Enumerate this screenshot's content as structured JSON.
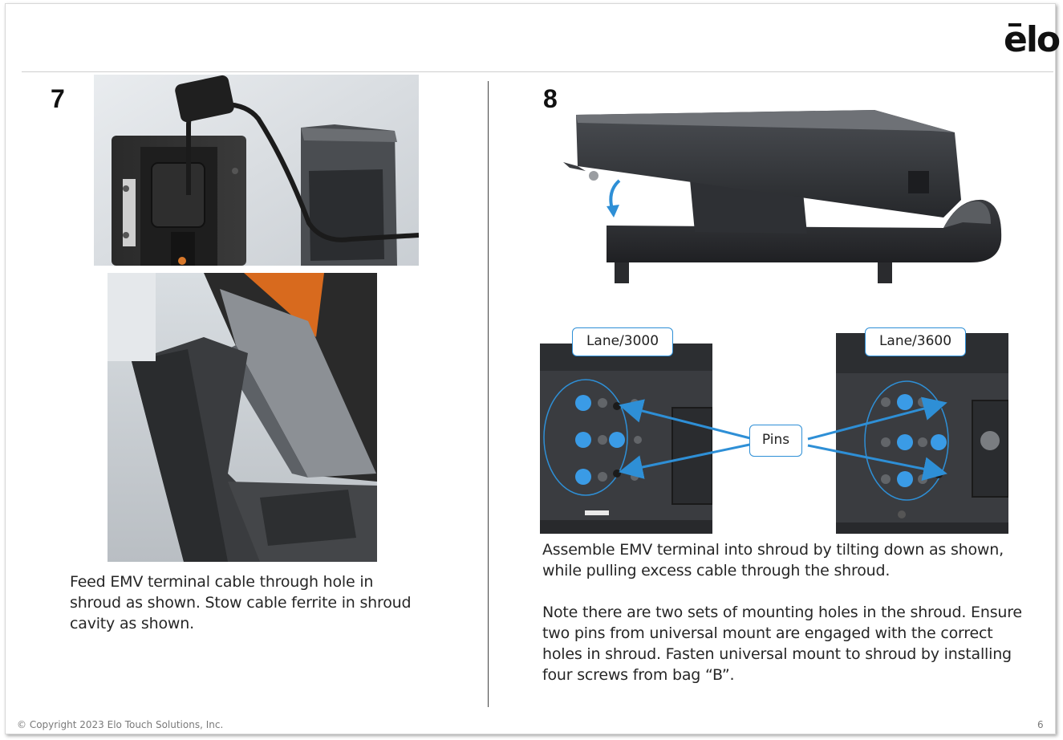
{
  "header": {
    "logo_text": "elo"
  },
  "steps": [
    {
      "number": "7",
      "caption": "Feed EMV terminal cable through hole in shroud as shown.  Stow cable ferrite in shroud cavity as shown."
    },
    {
      "number": "8",
      "caption_1": "Assemble EMV terminal into shroud by tilting down as shown, while pulling excess cable through the shroud.",
      "caption_2": "Note there are two sets of mounting holes in the shroud. Ensure two pins from universal mount are engaged with the correct holes in shroud.  Fasten universal mount to shroud by installing four screws from bag “B”.",
      "labels": {
        "left": "Lane/3000",
        "right": "Lane/3600",
        "pins": "Pins"
      }
    }
  ],
  "footer": {
    "copyright": "© Copyright 2023 Elo Touch Solutions, Inc.",
    "page_number": "6"
  },
  "colors": {
    "accent": "#2e8fd6",
    "screw": "#3a9be6"
  }
}
